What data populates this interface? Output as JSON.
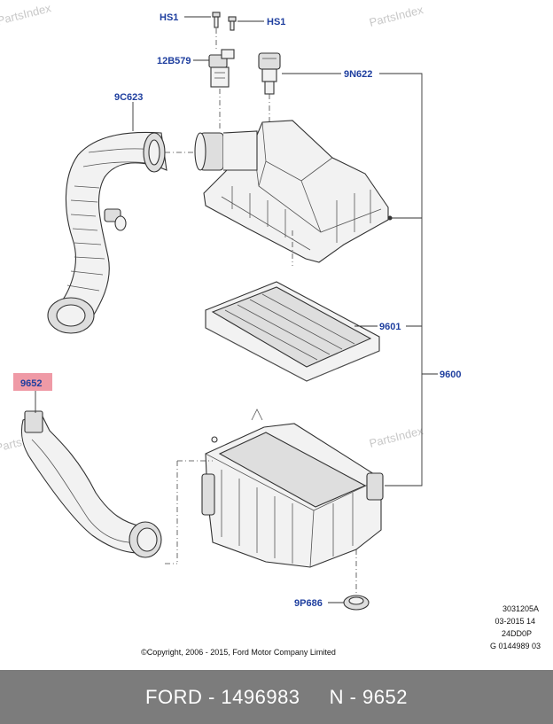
{
  "watermark": "PartsIndex",
  "callouts": {
    "hs1_left": "HS1",
    "hs1_right": "HS1",
    "c12b579": "12B579",
    "c9n622": "9N622",
    "c9c623": "9C623",
    "c9601": "9601",
    "c9600": "9600",
    "c9652": "9652",
    "c9p686": "9P686"
  },
  "diagram_meta": [
    "3031205A",
    "03-2015 14",
    "24DD0P",
    "G 0144989 03"
  ],
  "copyright": "©Copyright, 2006 - 2015, Ford Motor Company Limited",
  "footer": {
    "text": "FORD - 1496983     N - 9652"
  },
  "colors": {
    "callout": "#1f3f9f",
    "highlight": "#ef9aa6",
    "footer_bg": "#7c7c7c"
  }
}
